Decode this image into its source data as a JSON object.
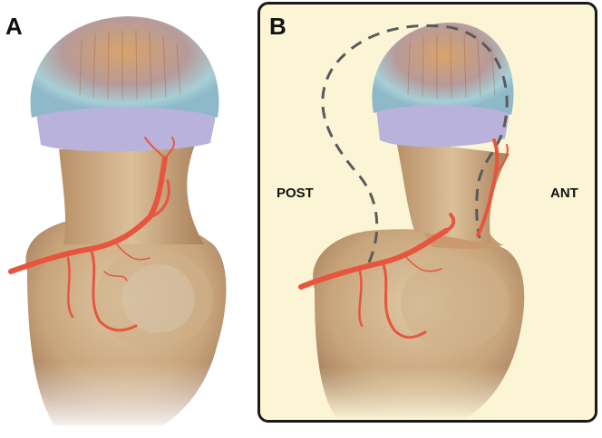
{
  "panels": {
    "a": {
      "letter": "A"
    },
    "b": {
      "letter": "B",
      "posterior_label": "POST",
      "anterior_label": "ANT"
    }
  },
  "colors": {
    "bone": "#d9b98a",
    "bone_shadow": "#a9855a",
    "cartilage": "#a7d4dc",
    "physis": "#8d86c8",
    "vessel": "#e8553f",
    "panel_b_background": "#fbf5d6",
    "outline": "#1a1a1a",
    "dashed_outline": "#5a5a5a"
  }
}
